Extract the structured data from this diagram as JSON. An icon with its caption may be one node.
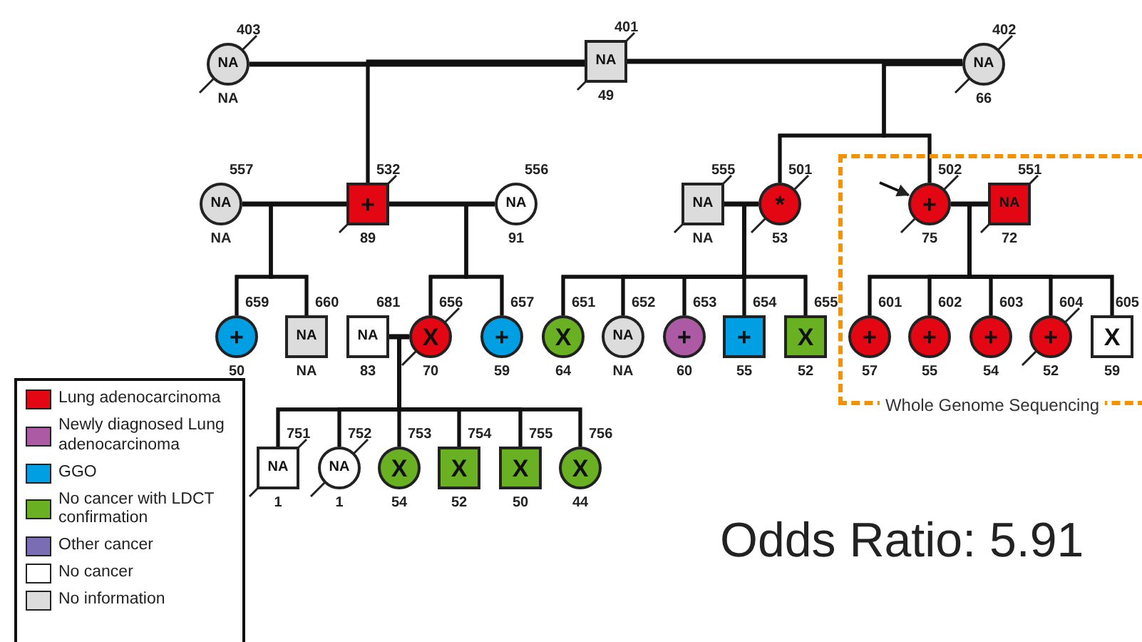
{
  "diagram": {
    "nodes": [
      {
        "text": [
          "NA"
        ],
        "beside": [
          "403",
          "NA"
        ]
      },
      {
        "text": [
          "NA"
        ],
        "beside": [
          "401",
          "49"
        ]
      },
      {
        "text": [
          "NA"
        ],
        "beside": [
          "402",
          "66"
        ]
      },
      {
        "text": [
          "NA"
        ],
        "beside": [
          "557",
          "NA"
        ]
      },
      {
        "text": [
          "+"
        ],
        "beside": [
          "532",
          "89"
        ]
      },
      {
        "text": [
          "NA"
        ],
        "beside": [
          "556",
          "91"
        ]
      },
      {
        "text": [
          "NA"
        ],
        "beside": [
          "555",
          "NA"
        ]
      },
      {
        "text": [
          "*"
        ],
        "beside": [
          "501",
          "53"
        ]
      },
      {
        "text": [
          "Whole Genome Sequencing"
        ]
      },
      {
        "text": [
          "+"
        ],
        "beside": [
          "502",
          "75"
        ],
        "in": 8
      },
      {
        "text": [
          "NA"
        ],
        "beside": [
          "551",
          "72"
        ],
        "in": 8
      },
      {
        "text": [
          "+"
        ],
        "beside": [
          "659",
          "50"
        ]
      },
      {
        "text": [
          "NA"
        ],
        "beside": [
          "660",
          "NA"
        ]
      },
      {
        "text": [
          "NA"
        ],
        "beside": [
          "681",
          "83"
        ]
      },
      {
        "text": [
          "X"
        ],
        "beside": [
          "656",
          "70"
        ]
      },
      {
        "text": [
          "+"
        ],
        "beside": [
          "657",
          "59"
        ]
      },
      {
        "text": [
          "X"
        ],
        "beside": [
          "651",
          "64"
        ]
      },
      {
        "text": [
          "NA"
        ],
        "beside": [
          "652",
          "NA"
        ]
      },
      {
        "text": [
          "+"
        ],
        "beside": [
          "653",
          "60"
        ]
      },
      {
        "text": [
          "+"
        ],
        "beside": [
          "654",
          "55"
        ]
      },
      {
        "text": [
          "X"
        ],
        "beside": [
          "655",
          "52"
        ]
      },
      {
        "text": [
          "+"
        ],
        "beside": [
          "601",
          "57"
        ],
        "in": 8
      },
      {
        "text": [
          "+"
        ],
        "beside": [
          "602",
          "55"
        ],
        "in": 8
      },
      {
        "text": [
          "+"
        ],
        "beside": [
          "603",
          "54"
        ],
        "in": 8
      },
      {
        "text": [
          "+"
        ],
        "beside": [
          "604",
          "52"
        ],
        "in": 8
      },
      {
        "text": [
          "X"
        ],
        "beside": [
          "605",
          "59"
        ],
        "in": 8
      },
      {
        "text": [
          "NA"
        ],
        "beside": [
          "751",
          "1"
        ]
      },
      {
        "text": [
          "NA"
        ],
        "beside": [
          "752",
          "1"
        ]
      },
      {
        "text": [
          "X"
        ],
        "beside": [
          "753",
          "54"
        ]
      },
      {
        "text": [
          "X"
        ],
        "beside": [
          "754",
          "52"
        ]
      },
      {
        "text": [
          "X"
        ],
        "beside": [
          "755",
          "50"
        ]
      },
      {
        "text": [
          "X"
        ],
        "beside": [
          "756",
          "44"
        ]
      }
    ],
    "edges": [
      {
        "from": 0,
        "to": 1,
        "arrow": "none"
      },
      {
        "from": 1,
        "to": 2,
        "arrow": "none"
      },
      {
        "from": 0,
        "to": 4,
        "arrow": "none"
      },
      {
        "from": 1,
        "to": 4,
        "arrow": "none"
      },
      {
        "from": 1,
        "to": 7,
        "arrow": "none"
      },
      {
        "from": 2,
        "to": 7,
        "arrow": "none"
      },
      {
        "from": 1,
        "to": 9,
        "arrow": "none"
      },
      {
        "from": 2,
        "to": 9,
        "arrow": "none"
      },
      {
        "from": 3,
        "to": 4,
        "arrow": "none"
      },
      {
        "from": 4,
        "to": 5,
        "arrow": "none"
      },
      {
        "from": 6,
        "to": 7,
        "arrow": "none"
      },
      {
        "from": 9,
        "to": 10,
        "arrow": "none"
      },
      {
        "from": null,
        "to": 9,
        "arrow": "to"
      },
      {
        "from": 3,
        "to": 11,
        "arrow": "none"
      },
      {
        "from": 4,
        "to": 11,
        "arrow": "none"
      },
      {
        "from": 3,
        "to": 12,
        "arrow": "none"
      },
      {
        "from": 4,
        "to": 12,
        "arrow": "none"
      },
      {
        "from": 4,
        "to": 14,
        "arrow": "none"
      },
      {
        "from": 5,
        "to": 14,
        "arrow": "none"
      },
      {
        "from": 4,
        "to": 15,
        "arrow": "none"
      },
      {
        "from": 5,
        "to": 15,
        "arrow": "none"
      },
      {
        "from": 6,
        "to": 16,
        "arrow": "none"
      },
      {
        "from": 7,
        "to": 16,
        "arrow": "none"
      },
      {
        "from": 6,
        "to": 17,
        "arrow": "none"
      },
      {
        "from": 7,
        "to": 17,
        "arrow": "none"
      },
      {
        "from": 6,
        "to": 18,
        "arrow": "none"
      },
      {
        "from": 7,
        "to": 18,
        "arrow": "none"
      },
      {
        "from": 6,
        "to": 19,
        "arrow": "none"
      },
      {
        "from": 7,
        "to": 19,
        "arrow": "none"
      },
      {
        "from": 6,
        "to": 20,
        "arrow": "none"
      },
      {
        "from": 7,
        "to": 20,
        "arrow": "none"
      },
      {
        "from": 9,
        "to": 21,
        "arrow": "none"
      },
      {
        "from": 10,
        "to": 21,
        "arrow": "none"
      },
      {
        "from": 9,
        "to": 22,
        "arrow": "none"
      },
      {
        "from": 10,
        "to": 22,
        "arrow": "none"
      },
      {
        "from": 9,
        "to": 23,
        "arrow": "none"
      },
      {
        "from": 10,
        "to": 23,
        "arrow": "none"
      },
      {
        "from": 9,
        "to": 24,
        "arrow": "none"
      },
      {
        "from": 10,
        "to": 24,
        "arrow": "none"
      },
      {
        "from": 9,
        "to": 25,
        "arrow": "none"
      },
      {
        "from": 10,
        "to": 25,
        "arrow": "none"
      },
      {
        "from": 13,
        "to": 14,
        "arrow": "none"
      },
      {
        "from": 13,
        "to": 26,
        "arrow": "none"
      },
      {
        "from": 14,
        "to": 26,
        "arrow": "none"
      },
      {
        "from": 13,
        "to": 27,
        "arrow": "none"
      },
      {
        "from": 14,
        "to": 27,
        "arrow": "none"
      },
      {
        "from": 13,
        "to": 28,
        "arrow": "none"
      },
      {
        "from": 14,
        "to": 28,
        "arrow": "none"
      },
      {
        "from": 13,
        "to": 29,
        "arrow": "none"
      },
      {
        "from": 14,
        "to": 29,
        "arrow": "none"
      },
      {
        "from": 13,
        "to": 30,
        "arrow": "none"
      },
      {
        "from": 14,
        "to": 30,
        "arrow": "none"
      },
      {
        "from": 13,
        "to": 31,
        "arrow": "none"
      },
      {
        "from": 14,
        "to": 31,
        "arrow": "none"
      }
    ],
    "labels": [
      "Odds Ratio: 5.91"
    ],
    "legend": [
      {
        "text": "Lung adenocarcinoma",
        "color": "#e30613"
      },
      {
        "text": "Newly diagnosed Lung adenocarcinoma",
        "color": "#ad5aa5"
      },
      {
        "text": "GGO",
        "color": "#009fe3"
      },
      {
        "text": "No cancer with LDCT confirmation",
        "color": "#6ab023"
      },
      {
        "text": "Other cancer",
        "color": "#7a6db3"
      },
      {
        "text": "No cancer",
        "color": "#ffffff"
      },
      {
        "text": "No information",
        "color": "#dcdcdc"
      }
    ]
  }
}
